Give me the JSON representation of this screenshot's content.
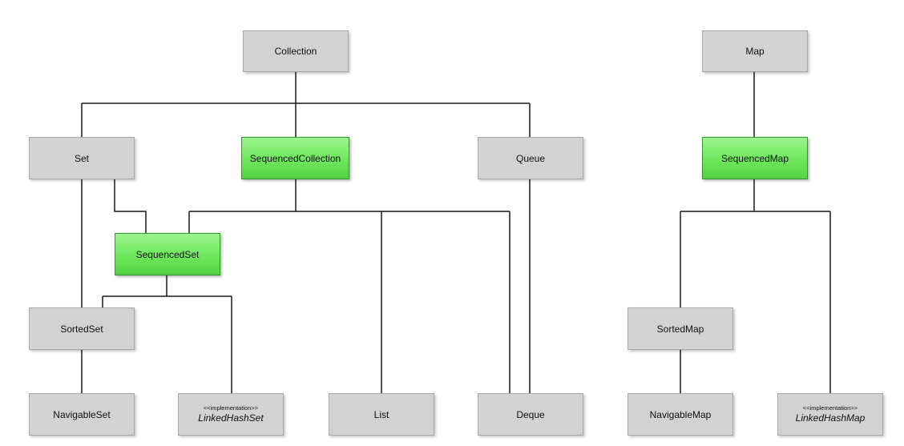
{
  "nodes": {
    "collection": "Collection",
    "set": "Set",
    "sequenced_collection": "SequencedCollection",
    "queue": "Queue",
    "sequenced_set": "SequencedSet",
    "sorted_set": "SortedSet",
    "navigable_set": "NavigableSet",
    "linked_hash_set": {
      "stereotype": "<<implementation>>",
      "name": "LinkedHashSet"
    },
    "list": "List",
    "deque": "Deque",
    "map": "Map",
    "sequenced_map": "SequencedMap",
    "sorted_map": "SortedMap",
    "navigable_map": "NavigableMap",
    "linked_hash_map": {
      "stereotype": "<<implementation>>",
      "name": "LinkedHashMap"
    }
  },
  "colors": {
    "node_gray": "#d2d2d2",
    "node_green": "#6ee65c",
    "connector": "#1a1a1a"
  }
}
